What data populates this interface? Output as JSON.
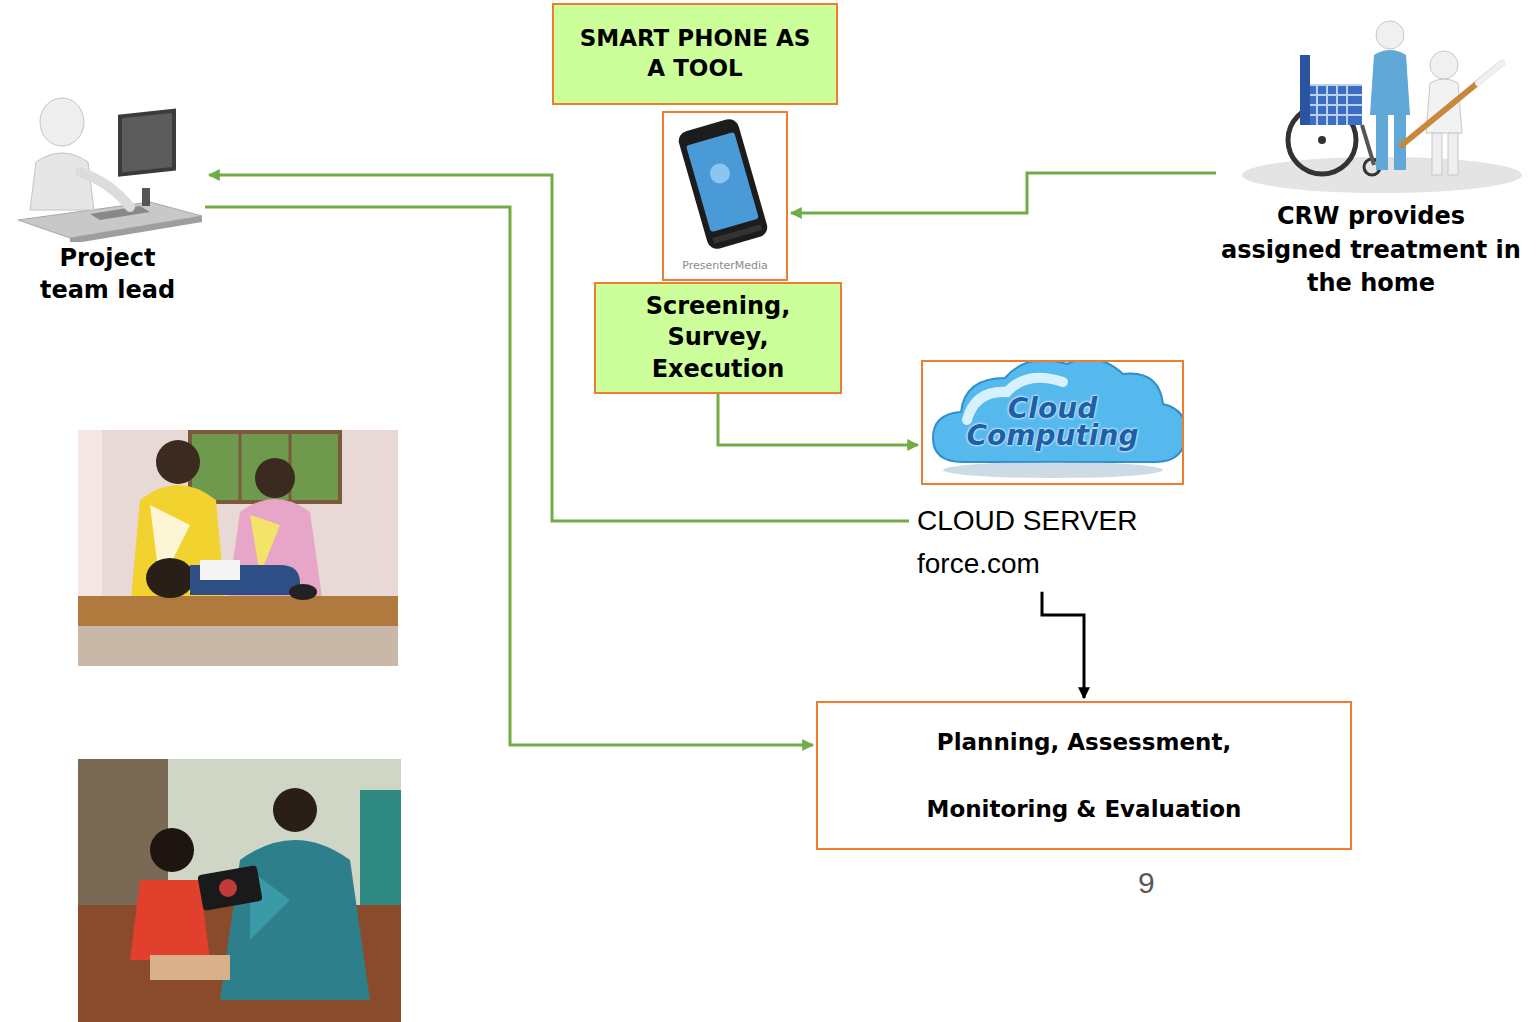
{
  "diagram": {
    "nodes": [
      {
        "text": [
          "Project team lead"
        ]
      },
      {
        "text": [
          "SMART PHONE AS A TOOL"
        ]
      },
      {
        "text": [
          "PresenterMedia"
        ]
      },
      {
        "text": [
          "Screening, Survey, Execution"
        ]
      },
      {
        "text": [
          "CRW provides assigned treatment in the home"
        ]
      },
      {
        "text": [
          "Cloud Computing",
          "CLOUD SERVER force.com"
        ]
      },
      {
        "text": [
          "Planning, Assessment, Monitoring & Evaluation"
        ]
      }
    ],
    "edges": [
      {
        "from": 4,
        "to": 2,
        "arrow": "to"
      },
      {
        "from": 3,
        "to": 5,
        "arrow": "to"
      },
      {
        "from": 5,
        "to": 0,
        "arrow": "to"
      },
      {
        "from": 0,
        "to": 6,
        "arrow": "to"
      },
      {
        "from": 5,
        "to": 6,
        "arrow": "to"
      }
    ],
    "labels": [
      "9"
    ]
  }
}
